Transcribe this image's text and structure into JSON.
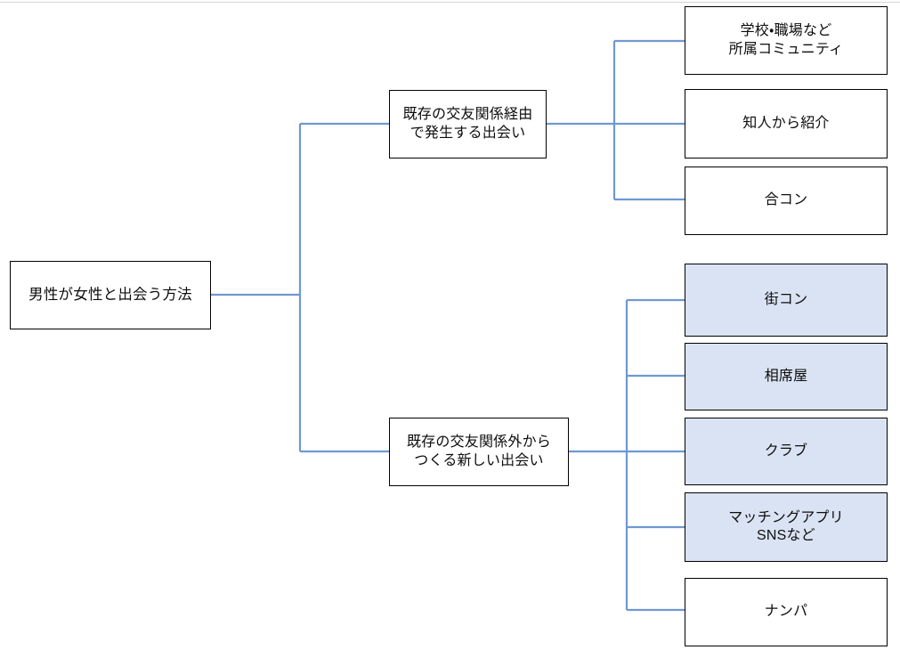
{
  "diagram": {
    "type": "tree-mindmap",
    "orientation": "left-to-right",
    "line_color": "#6f98d2",
    "box_border_color": "#000000",
    "box_fill_default": "#ffffff",
    "box_fill_highlight": "#dae3f3",
    "background": "#ffffff",
    "root": {
      "label": "男性が女性と出会う方法"
    },
    "branches": [
      {
        "id": "existing",
        "label": "既存の交友関係経由\nで発生する出会い",
        "highlighted": false,
        "leaves": [
          {
            "label": "学校・職場など\n所属コミュニティ",
            "highlighted": false
          },
          {
            "label": "知人から紹介",
            "highlighted": false
          },
          {
            "label": "合コン",
            "highlighted": false
          }
        ]
      },
      {
        "id": "new",
        "label": "既存の交友関係外から\nつくる新しい出会い",
        "highlighted": false,
        "leaves": [
          {
            "label": "街コン",
            "highlighted": true
          },
          {
            "label": "相席屋",
            "highlighted": true
          },
          {
            "label": "クラブ",
            "highlighted": true
          },
          {
            "label": "マッチングアプリ\nSNSなど",
            "highlighted": true
          },
          {
            "label": "ナンパ",
            "highlighted": false
          }
        ]
      }
    ]
  }
}
